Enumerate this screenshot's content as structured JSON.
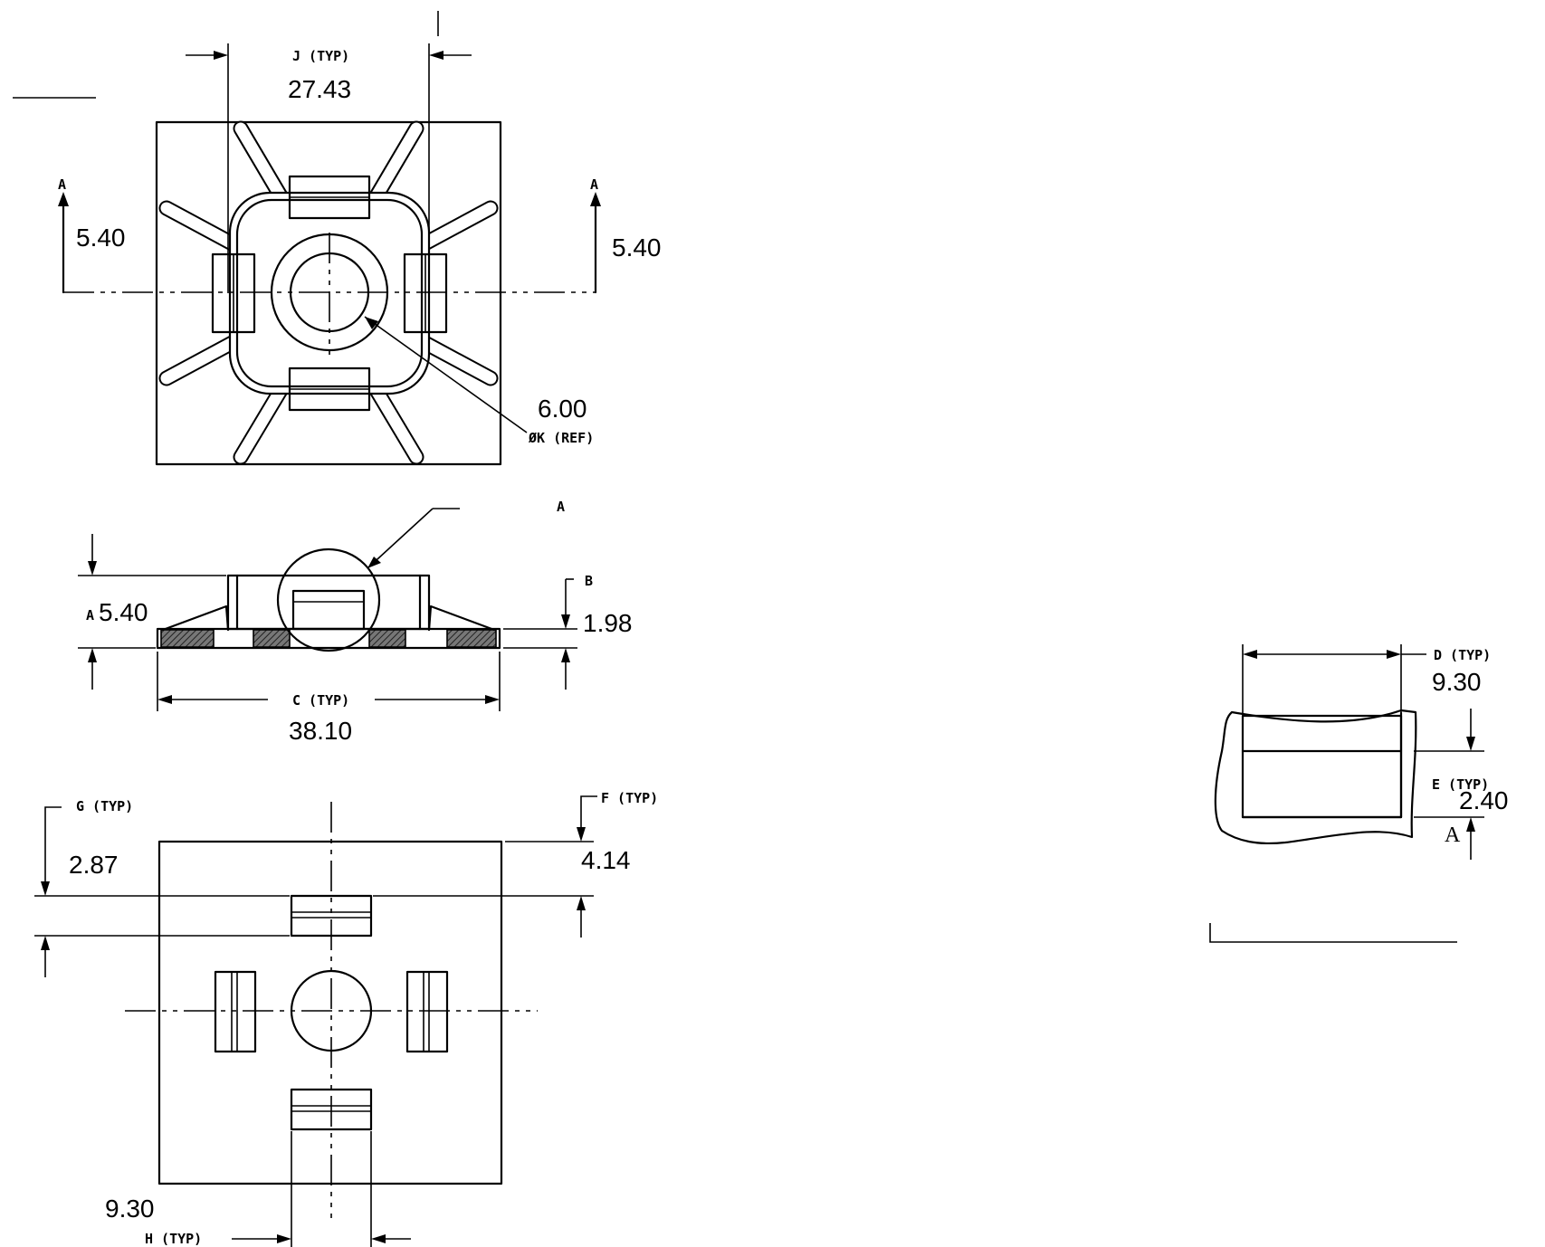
{
  "labels": {
    "j": "J (TYP)",
    "k": "ØK (REF)",
    "section_left": "A",
    "section_right": "A",
    "detail": "A",
    "a": "A",
    "b": "B",
    "c": "C (TYP)",
    "d": "D (TYP)",
    "e": "E (TYP)",
    "f": "F (TYP)",
    "g": "G (TYP)",
    "h": "H (TYP)",
    "detail_ref": "A"
  },
  "values": {
    "j": "27.43",
    "a_left": "5.40",
    "a_right": "5.40",
    "k": "6.00",
    "a_side": "5.40",
    "b": "1.98",
    "c": "38.10",
    "d": "9.30",
    "e": "2.40",
    "f": "4.14",
    "g": "2.87",
    "h": "9.30"
  }
}
